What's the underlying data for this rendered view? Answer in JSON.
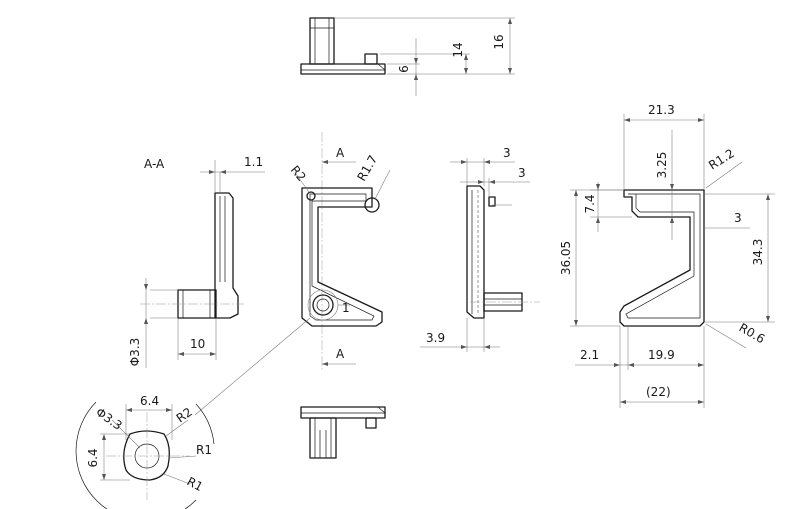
{
  "drawing": {
    "labels": {
      "section_title": "A-A",
      "section_mark_top": "A",
      "section_mark_bottom": "A",
      "detail_ref": "1"
    },
    "dimensions": {
      "top_view": {
        "h6": "6",
        "h14": "14",
        "h16": "16"
      },
      "section_view": {
        "t1_1": "1.1",
        "d3_3": "Φ3.3",
        "l10": "10"
      },
      "front_view": {
        "r2": "R2",
        "r1_7": "R1.7"
      },
      "side_view": {
        "w3a": "3",
        "w3b": "3",
        "w3_9": "3.9"
      },
      "right_view": {
        "w21_3": "21.3",
        "h3_25": "3.25",
        "r1_2": "R1.2",
        "h7_4": "7.4",
        "w3": "3",
        "h36_05": "36.05",
        "h34_3": "34.3",
        "r0_6": "R0.6",
        "w2_1": "2.1",
        "w19_9": "19.9",
        "w22": "(22)"
      },
      "detail_view": {
        "w6_4": "6.4",
        "d3_3": "Φ3.3",
        "r2": "R2",
        "r1a": "R1",
        "h6_4": "6.4",
        "r1b": "R1"
      }
    }
  }
}
